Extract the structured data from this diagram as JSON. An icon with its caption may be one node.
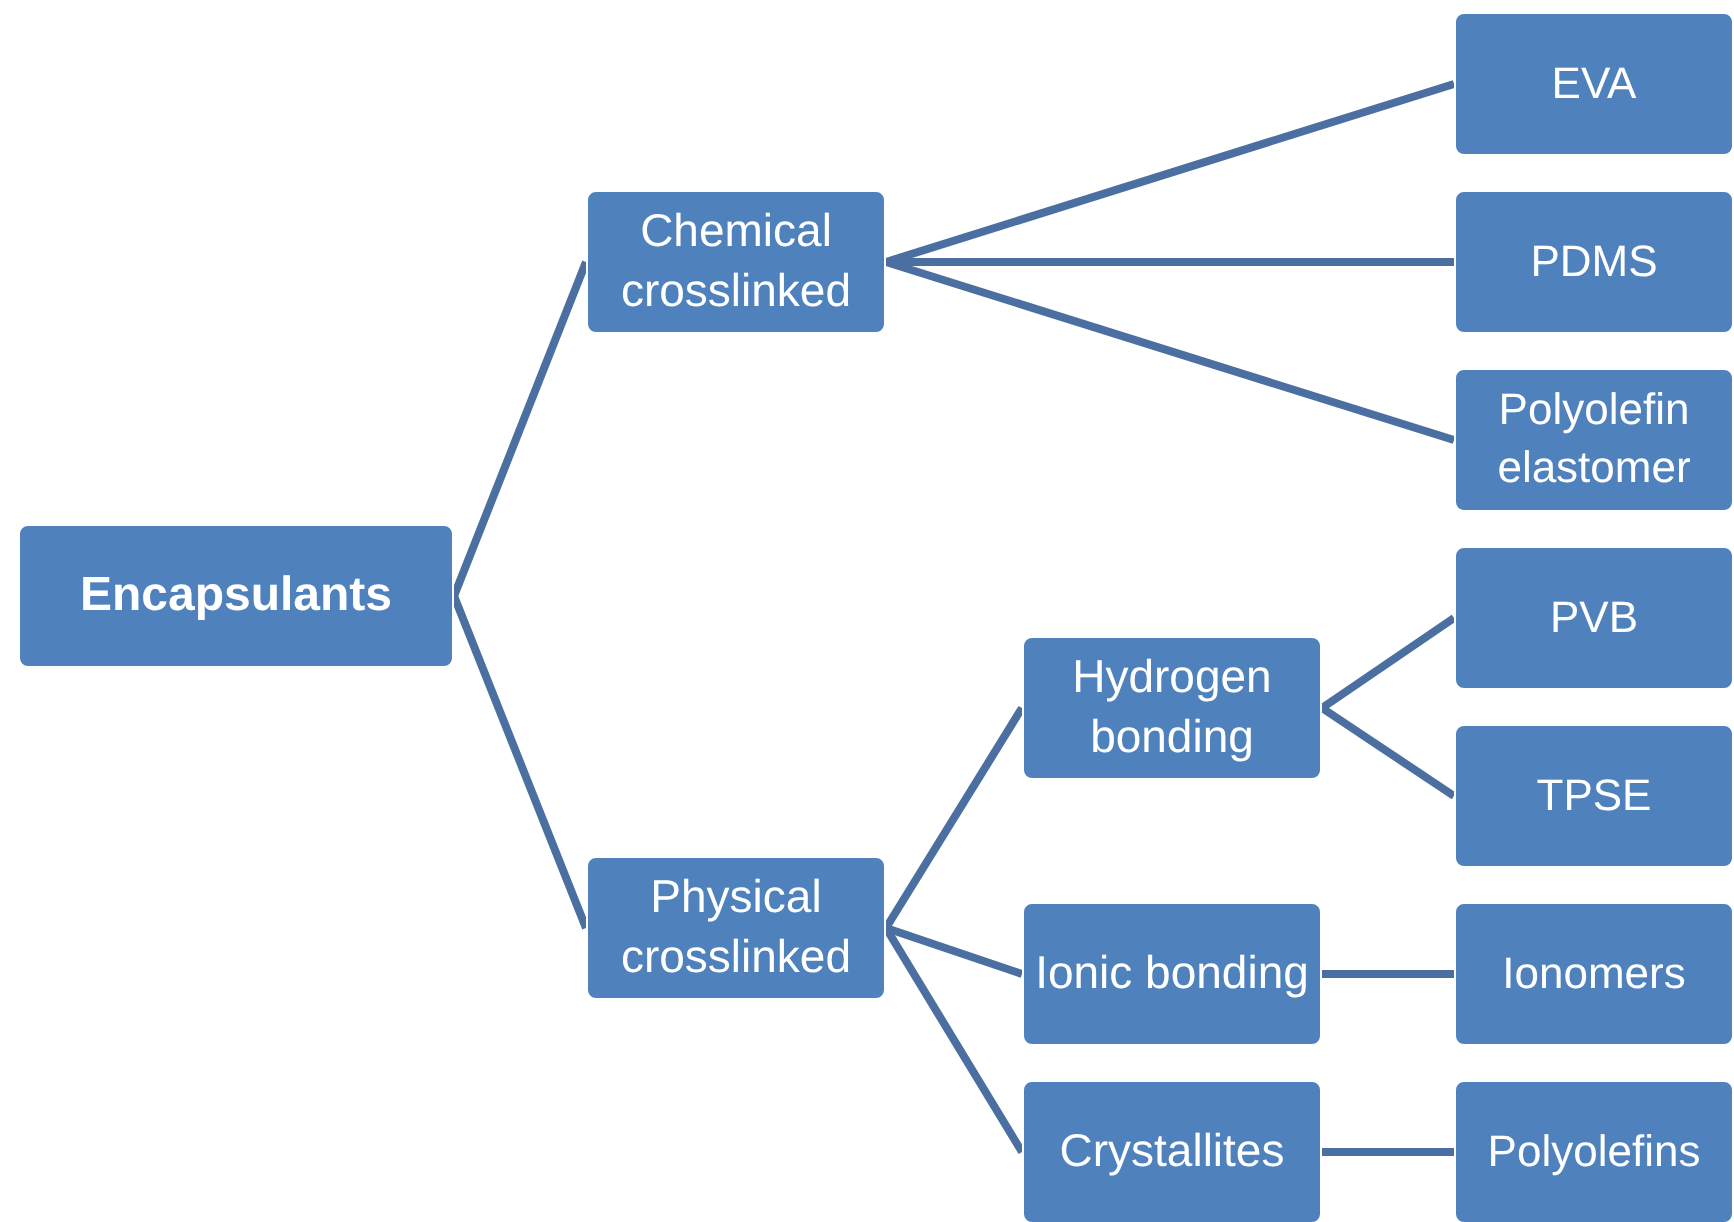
{
  "diagram": {
    "nodes": [
      {
        "text": [
          "Encapsulants"
        ]
      },
      {
        "text": [
          "Chemical crosslinked"
        ]
      },
      {
        "text": [
          "Physical crosslinked"
        ]
      },
      {
        "text": [
          "EVA"
        ]
      },
      {
        "text": [
          "PDMS"
        ]
      },
      {
        "text": [
          "Polyolefin elastomer"
        ]
      },
      {
        "text": [
          "Hydrogen bonding"
        ]
      },
      {
        "text": [
          "PVB"
        ]
      },
      {
        "text": [
          "TPSE"
        ]
      },
      {
        "text": [
          "Ionic bonding"
        ]
      },
      {
        "text": [
          "Ionomers"
        ]
      },
      {
        "text": [
          "Crystallites"
        ]
      },
      {
        "text": [
          "Polyolefins"
        ]
      }
    ],
    "edges": [
      {
        "from": 0,
        "to": 1,
        "arrow": "none"
      },
      {
        "from": 0,
        "to": 2,
        "arrow": "none"
      },
      {
        "from": 1,
        "to": 3,
        "arrow": "none"
      },
      {
        "from": 1,
        "to": 4,
        "arrow": "none"
      },
      {
        "from": 1,
        "to": 5,
        "arrow": "none"
      },
      {
        "from": 2,
        "to": 6,
        "arrow": "none"
      },
      {
        "from": 2,
        "to": 9,
        "arrow": "none"
      },
      {
        "from": 2,
        "to": 11,
        "arrow": "none"
      },
      {
        "from": 6,
        "to": 7,
        "arrow": "none"
      },
      {
        "from": 6,
        "to": 8,
        "arrow": "none"
      },
      {
        "from": 9,
        "to": 10,
        "arrow": "none"
      },
      {
        "from": 11,
        "to": 12,
        "arrow": "none"
      }
    ]
  }
}
